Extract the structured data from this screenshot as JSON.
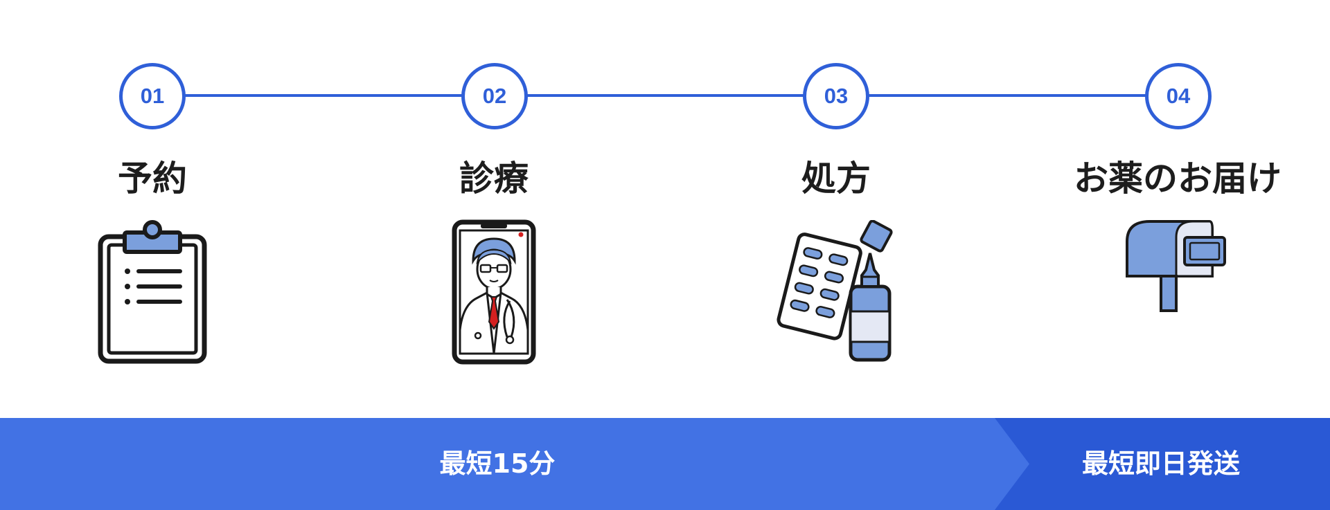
{
  "steps": [
    {
      "number": "01",
      "title": "予約",
      "icon": "clipboard-icon"
    },
    {
      "number": "02",
      "title": "診療",
      "icon": "doctor-on-phone-icon"
    },
    {
      "number": "03",
      "title": "処方",
      "icon": "medicine-icon"
    },
    {
      "number": "04",
      "title": "お薬のお届け",
      "icon": "mailbox-icon"
    }
  ],
  "banner": {
    "left_label": "最短15分",
    "right_label": "最短即日発送"
  },
  "colors": {
    "accent": "#2f5fd8",
    "banner_left": "#4272e4",
    "banner_right": "#2a59d5",
    "icon_fill": "#7b9fdc",
    "icon_stroke": "#1a1a1a",
    "tie": "#d42020"
  }
}
